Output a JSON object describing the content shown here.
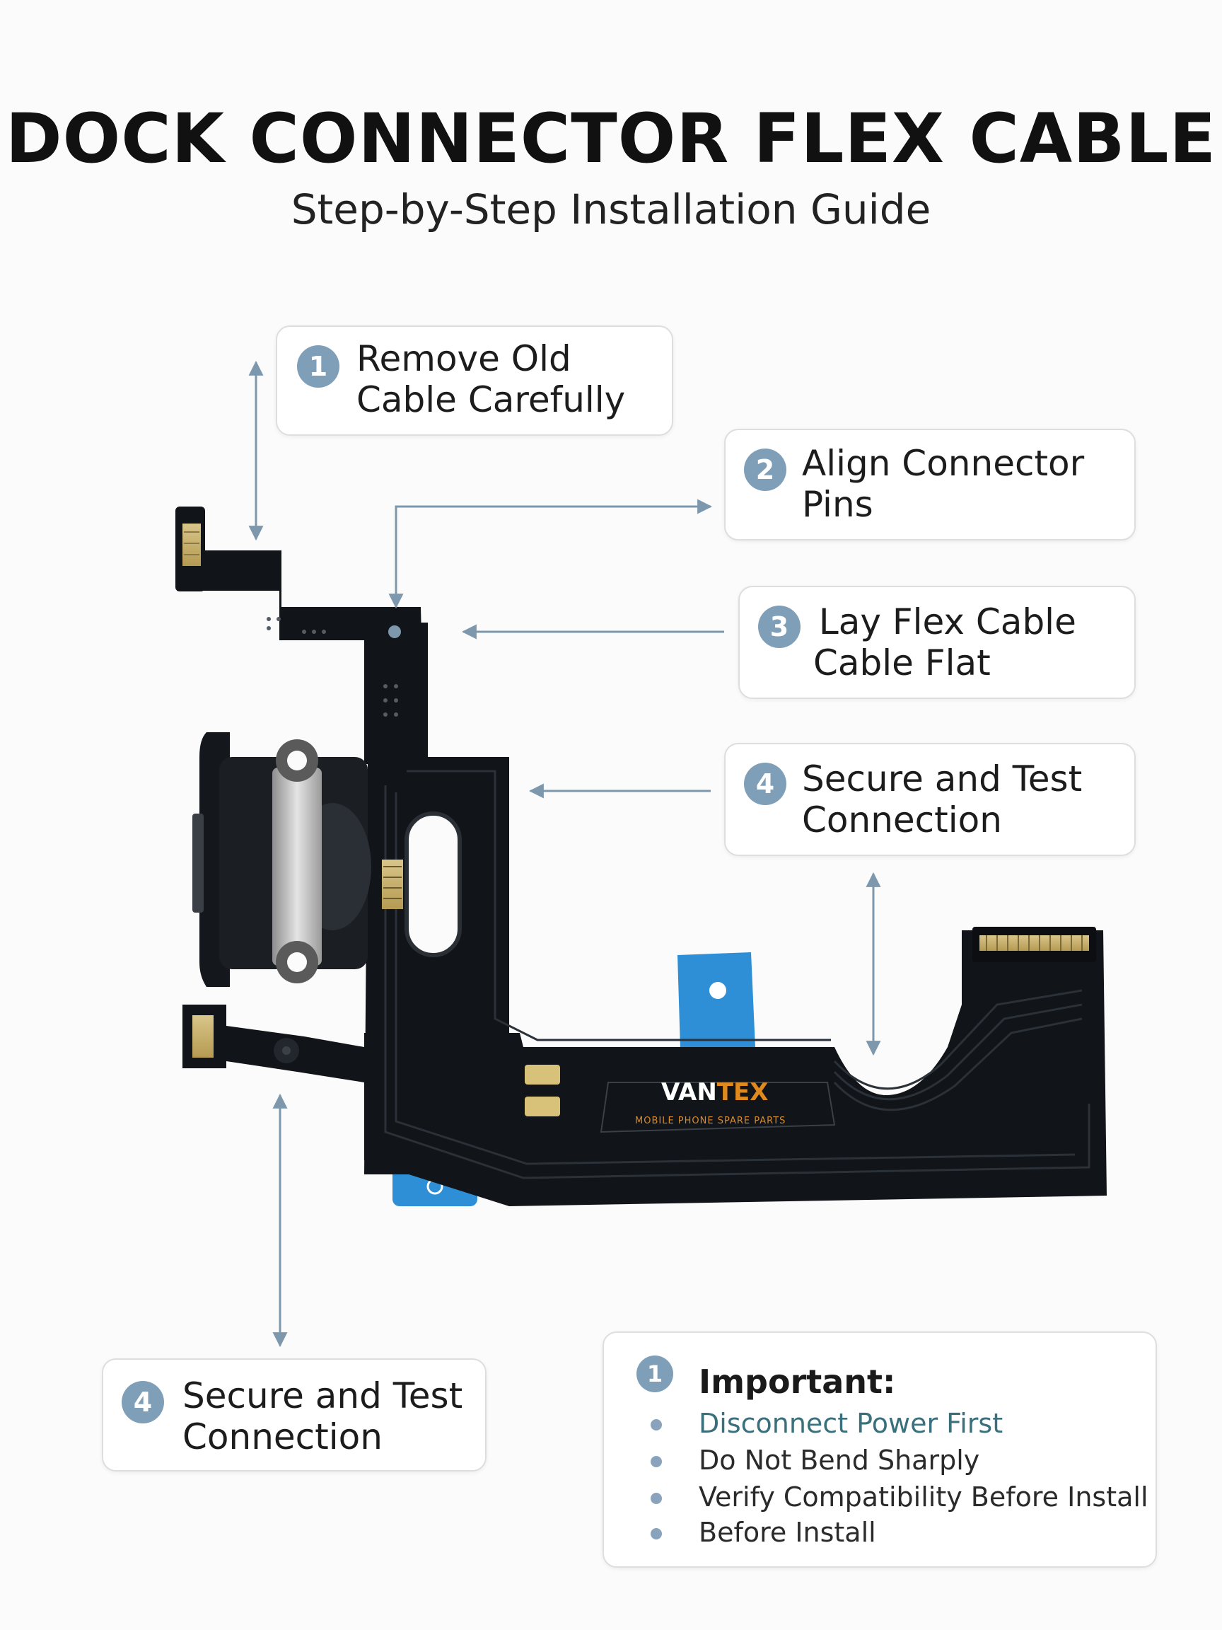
{
  "header": {
    "title": "DOCK CONNECTOR FLEX CABLE",
    "subtitle": "Step-by-Step Installation Guide"
  },
  "steps": [
    {
      "badge": "1",
      "line1": "Remove Old",
      "line2": "Cable Carefully"
    },
    {
      "badge": "2",
      "line1": "Align Connector",
      "line2": "Pins"
    },
    {
      "badge": "3",
      "line1": " Lay Flex Cable",
      "line2": "Cable Flat"
    },
    {
      "badge": "4",
      "line1": "Secure and Test",
      "line2": "Connection"
    },
    {
      "badge": "4",
      "line1": "Secure and Test",
      "line2": "Connection"
    }
  ],
  "brand": {
    "name_part1": "VAN",
    "name_part2": "TEX",
    "tagline": "MOBILE PHONE SPARE PARTS"
  },
  "important": {
    "badge": "1",
    "title": "Important:",
    "items": [
      "Disconnect Power First",
      "Do Not Bend Sharply",
      "Verify Compatibility Before Install",
      "Before Install"
    ]
  },
  "colors": {
    "badge": "#7f9fb8",
    "arrow": "#7d98ad",
    "cable": "#111418",
    "sticker": "#2f8fd6",
    "brand_orange": "#e08a1e"
  }
}
